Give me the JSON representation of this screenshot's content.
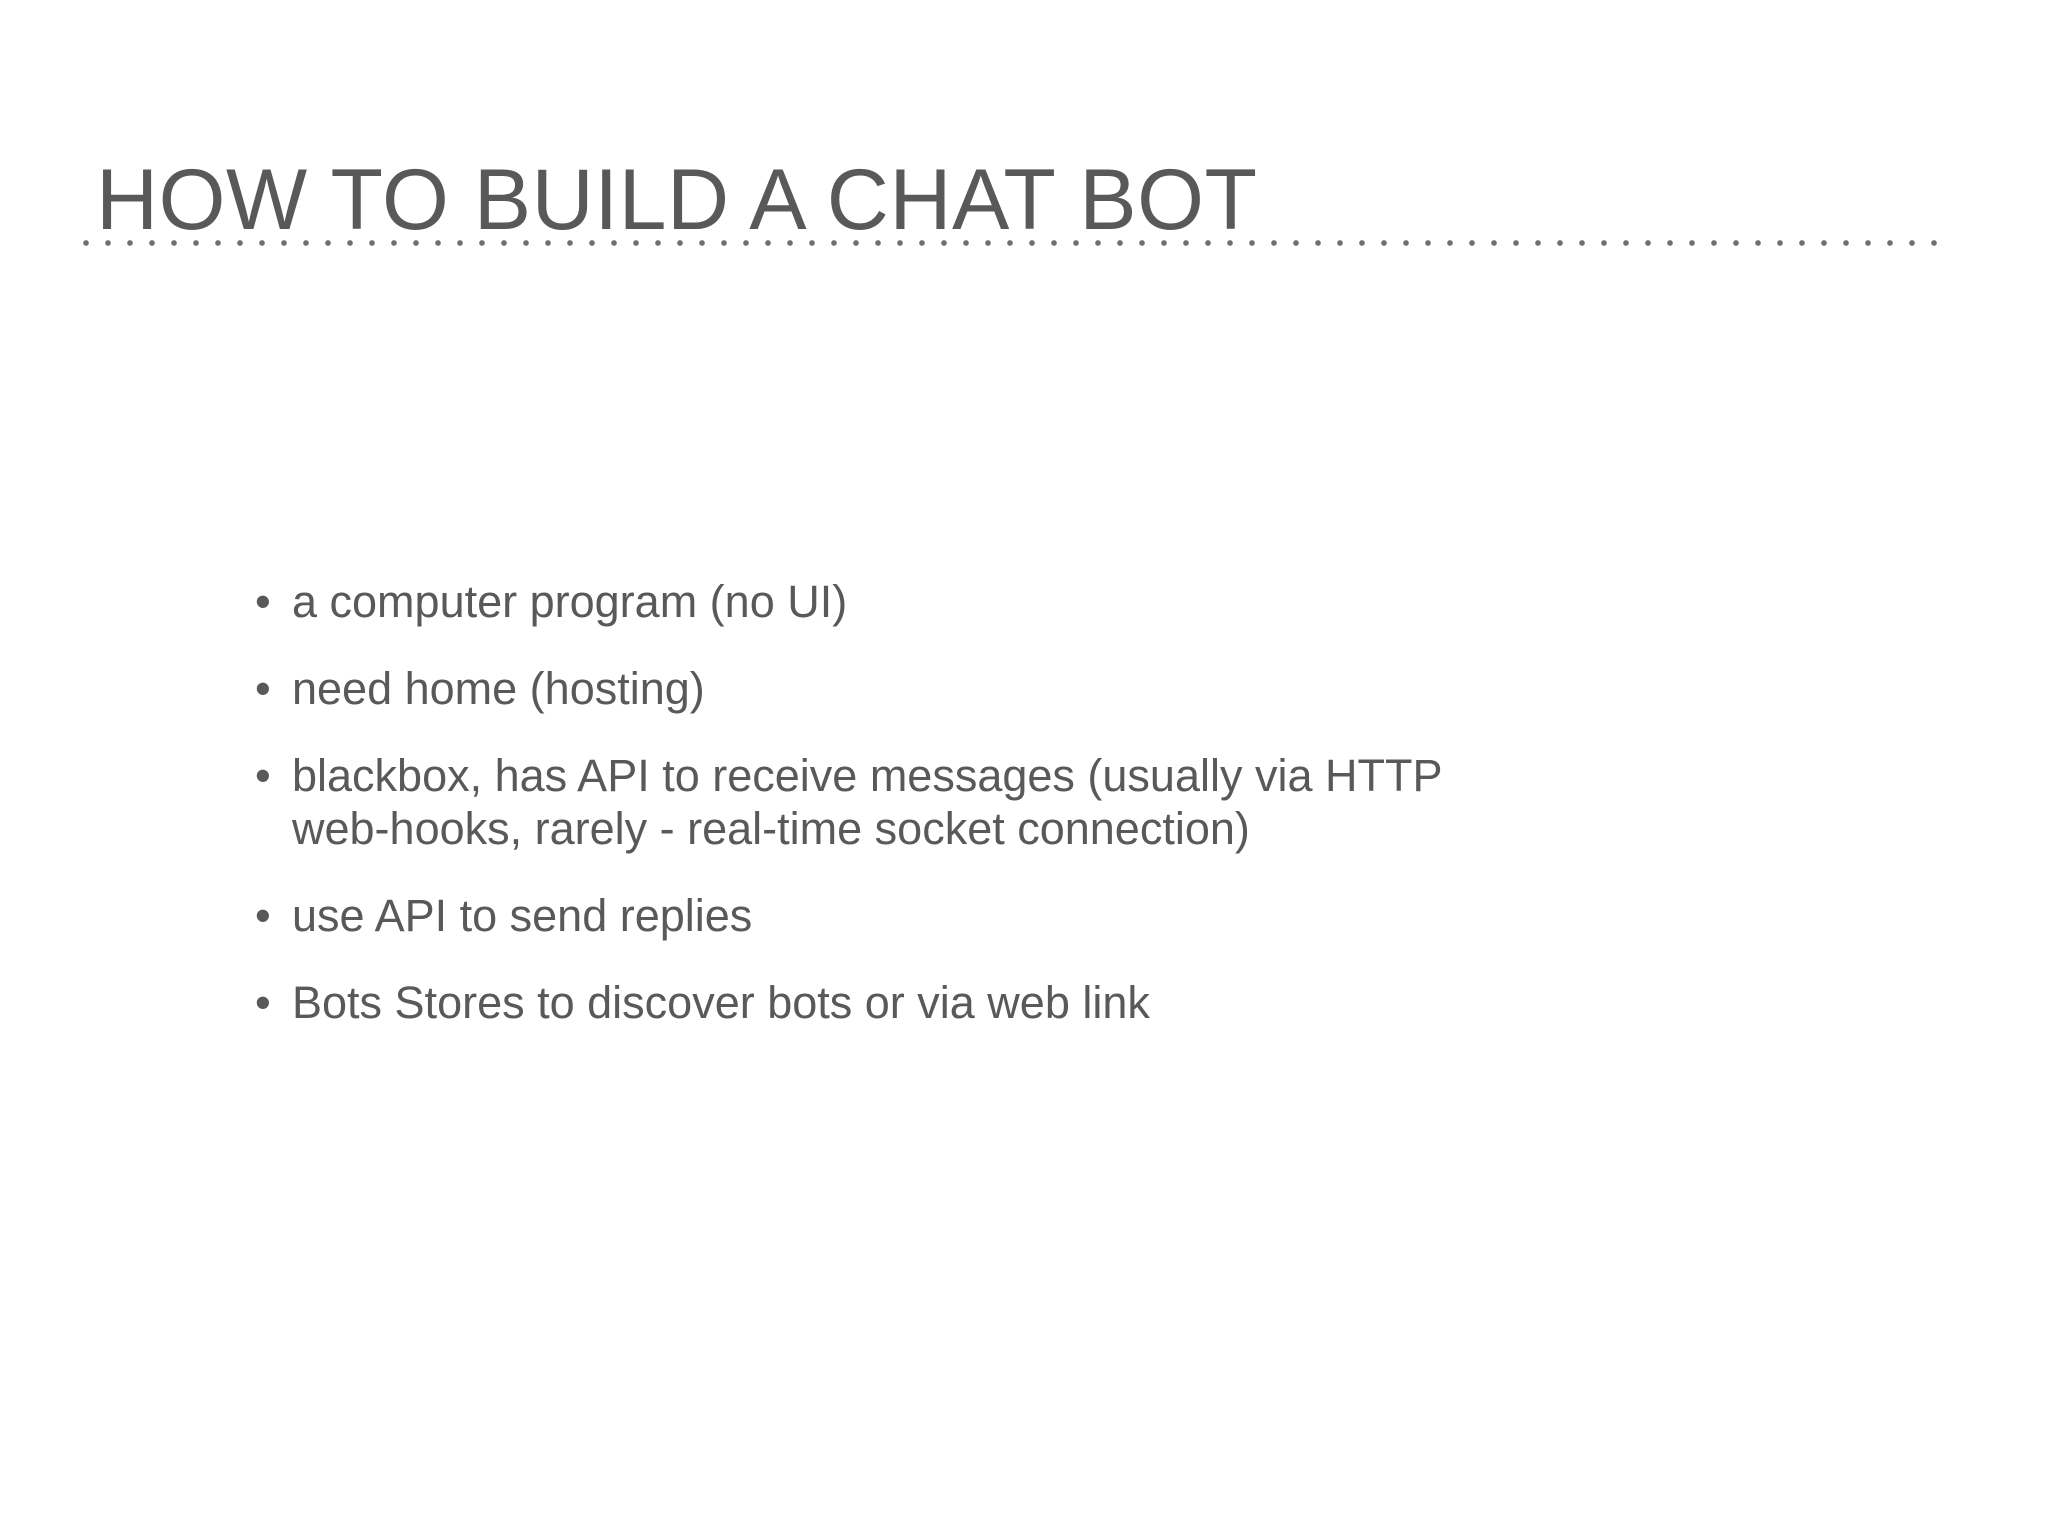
{
  "slide": {
    "title": "HOW TO BUILD A CHAT BOT",
    "divider": {
      "style": "dotted",
      "dot_color": "#6e6e73"
    },
    "colors": {
      "background": "#ffffff",
      "title_text": "#595959",
      "body_text": "#595959",
      "dot": "#6e6e73"
    },
    "bullets": [
      {
        "marker": "•",
        "text": "a computer program (no UI)"
      },
      {
        "marker": "•",
        "text": "need home (hosting)"
      },
      {
        "marker": "•",
        "text": "blackbox, has API to receive messages (usually via HTTP web-hooks, rarely - real-time socket connection)"
      },
      {
        "marker": "•",
        "text": "use API to send replies"
      },
      {
        "marker": "•",
        "text": "Bots Stores to discover bots or via web link"
      }
    ]
  }
}
